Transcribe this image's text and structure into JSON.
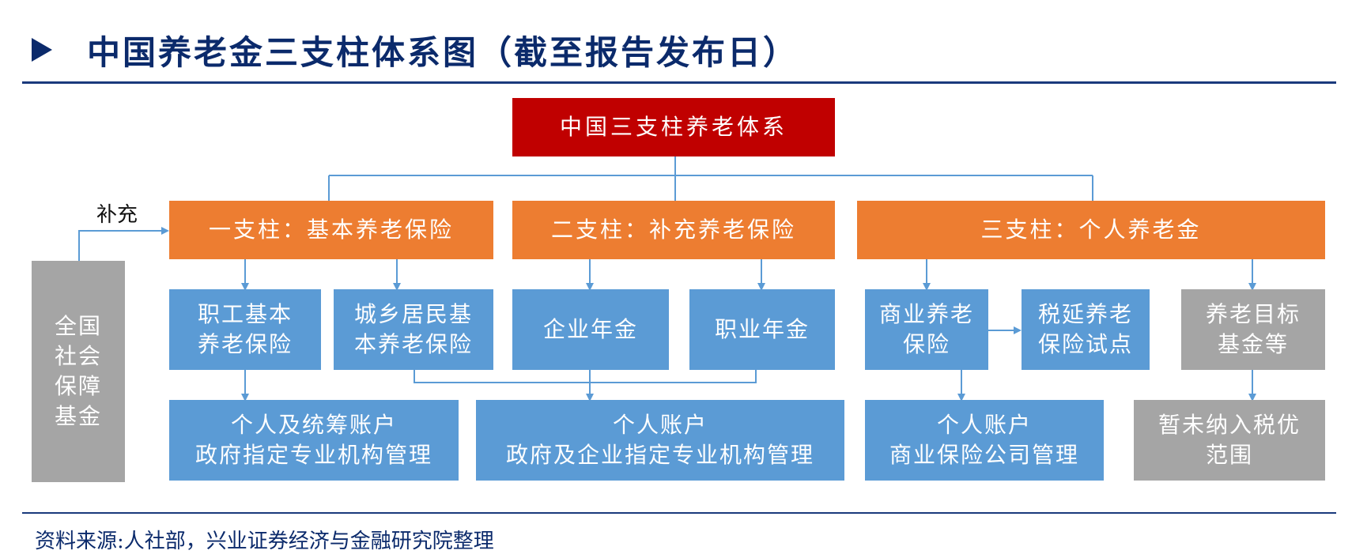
{
  "title": "中国养老金三支柱体系图（截至报告发布日）",
  "source": "资料来源:人社部，兴业证券经济与金融研究院整理",
  "colors": {
    "title": "#0b2a6b",
    "root": "#c00000",
    "pillar": "#ed7d31",
    "node": "#5b9bd5",
    "gray": "#a5a5a5",
    "connector": "#5b9bd5"
  },
  "diagram": {
    "root": "中国三支柱养老体系",
    "supplement_label": "补充",
    "pillars": [
      {
        "label": "一支柱：基本养老保险"
      },
      {
        "label": "二支柱：补充养老保险"
      },
      {
        "label": "三支柱：个人养老金"
      }
    ],
    "national_fund": "全国\n社会\n保障\n基金",
    "nodes": {
      "employee_basic": "职工基本\n养老保险",
      "urban_rural_basic": "城乡居民基\n本养老保险",
      "enterprise_annuity": "企业年金",
      "occupational_annuity": "职业年金",
      "commercial_insurance": "商业养老\n保险",
      "tax_deferred_pilot": "税延养老\n保险试点",
      "target_funds": "养老目标\n基金等"
    },
    "accounts": {
      "pillar1": "个人及统筹账户\n政府指定专业机构管理",
      "pillar2": "个人账户\n政府及企业指定专业机构管理",
      "pillar3_commercial": "个人账户\n商业保险公司管理",
      "pillar3_other": "暂未纳入税优\n范围"
    }
  }
}
